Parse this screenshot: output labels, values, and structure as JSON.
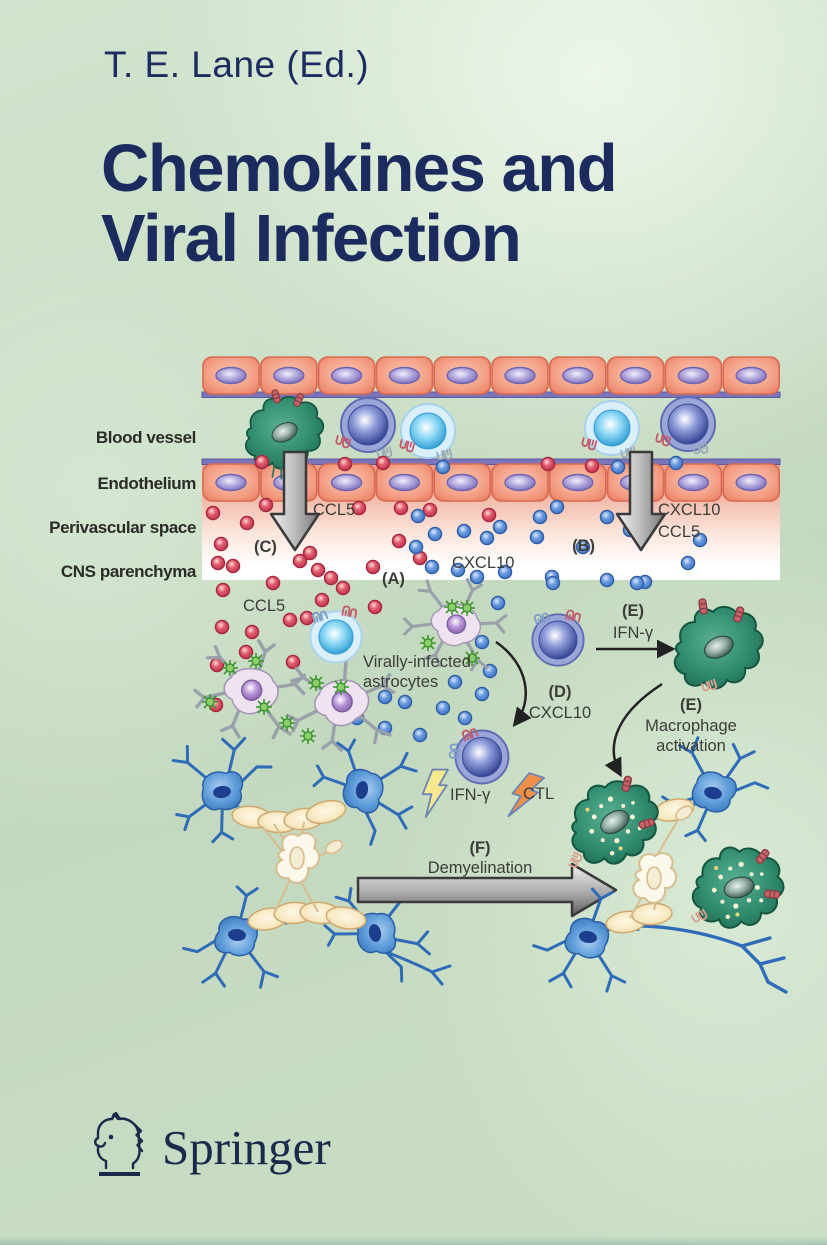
{
  "cover": {
    "author": "T. E. Lane (Ed.)",
    "title_line1": "Chemokines and",
    "title_line2": "Viral Infection",
    "publisher": "Springer"
  },
  "colors": {
    "title_navy": "#1b2b5e",
    "background_green": "#c8dcc4",
    "springer_navy": "#1a2a4a",
    "ccl5_dot_red": "#bf3350",
    "cxcl10_dot_blue": "#3f74c4",
    "macrophage_teal": "#2f8a6d"
  },
  "diagram": {
    "row_labels": {
      "blood_vessel": "Blood vessel",
      "endothelium": "Endothelium",
      "perivascular_space": "Perivascular space",
      "cns_parenchyma": "CNS parenchyma"
    },
    "labels": {
      "ccl5_left_arrow": "CCL5",
      "step_c": "(C)",
      "cxcl10_center": "CXCL10",
      "step_a": "(A)",
      "step_b": "(B)",
      "cxcl10_right": "CXCL10",
      "ccl5_right": "CCL5",
      "ccl5_cns": "CCL5",
      "virally_infected_line1": "Virally-infected",
      "virally_infected_line2": "astrocytes",
      "step_e_top": "(E)",
      "ifn_gamma_top": "IFN-γ",
      "step_d": "(D)",
      "cxcl10_d": "CXCL10",
      "step_e_bottom": "(E)",
      "macrophage_line1": "Macrophage",
      "macrophage_line2": "activation",
      "ifn_gamma_bolt": "IFN-γ",
      "ctl_bolt": "CTL",
      "step_f": "(F)",
      "demyelination": "Demyelination"
    }
  }
}
